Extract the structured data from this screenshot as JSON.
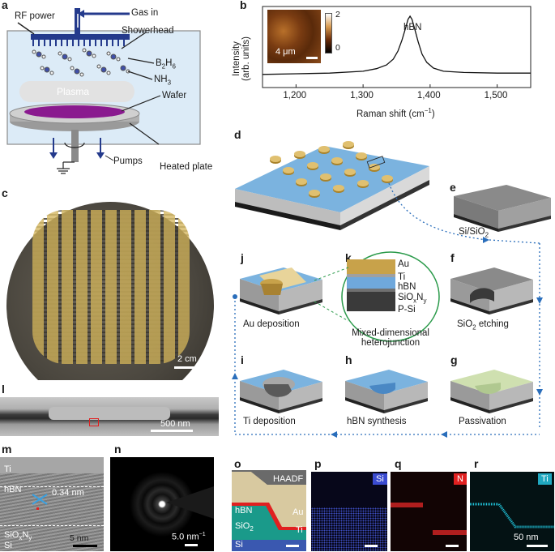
{
  "panels": {
    "a": "a",
    "b": "b",
    "c": "c",
    "d": "d",
    "e": "e",
    "f": "f",
    "g": "g",
    "h": "h",
    "i": "i",
    "j": "j",
    "k": "k",
    "l": "l",
    "m": "m",
    "n": "n",
    "o": "o",
    "p": "p",
    "q": "q",
    "r": "r"
  },
  "panel_a": {
    "rf_power": "RF power",
    "gas_in": "Gas in",
    "showerhead": "Showerhead",
    "b2h6_main": "B",
    "b2h6_sub1": "2",
    "b2h6_h": "H",
    "b2h6_sub2": "6",
    "nh3_main": "NH",
    "nh3_sub": "3",
    "plasma": "Plasma",
    "wafer": "Wafer",
    "pumps": "Pumps",
    "heated_plate": "Heated plate"
  },
  "chart_data": {
    "type": "line",
    "xlabel_main": "Raman shift (cm",
    "xlabel_sup": "−1",
    "xlabel_end": ")",
    "ylabel_line1": "Intensity",
    "ylabel_line2": "(arb. units)",
    "xlim": [
      1150,
      1550
    ],
    "xticks": [
      "1,200",
      "1,300",
      "1,400",
      "1,500"
    ],
    "xtick_values": [
      1200,
      1300,
      1400,
      1500
    ],
    "peak_label": "hBN",
    "series": [
      {
        "x": [
          1150,
          1200,
          1250,
          1300,
          1320,
          1335,
          1345,
          1352,
          1358,
          1363,
          1367,
          1370,
          1373,
          1377,
          1382,
          1388,
          1395,
          1405,
          1420,
          1450,
          1500,
          1550
        ],
        "y": [
          0.08,
          0.09,
          0.1,
          0.13,
          0.17,
          0.23,
          0.32,
          0.45,
          0.62,
          0.8,
          0.95,
          1.0,
          0.95,
          0.8,
          0.6,
          0.4,
          0.27,
          0.18,
          0.13,
          0.11,
          0.1,
          0.1
        ]
      }
    ],
    "inset": {
      "colorbar_max": "2",
      "colorbar_min": "0",
      "scale": "4 μm"
    }
  },
  "panel_c": {
    "scale": "2 cm"
  },
  "panel_e": {
    "substrate_main": "Si/SiO",
    "substrate_sub": "2"
  },
  "panel_k": {
    "au": "Au",
    "ti": "Ti",
    "hbn": "hBN",
    "sioxny_main": "SiO",
    "sioxny_x": "x",
    "sioxny_n": "N",
    "sioxny_y": "y",
    "psi": "P-Si",
    "caption_line1": "Mixed-dimensional",
    "caption_line2": "heterojunction"
  },
  "steps": {
    "j": "Au deposition",
    "f_main": "SiO",
    "f_sub": "2",
    "f_end": " etching",
    "i": "Ti deposition",
    "h": "hBN synthesis",
    "g": "Passivation"
  },
  "panel_l": {
    "scale": "500 nm"
  },
  "panel_m": {
    "ti": "Ti",
    "hbn": "hBN",
    "spacing": "0.34 nm",
    "sioxny_main": "SiO",
    "sioxny_x": "x",
    "sioxny_n": "N",
    "sioxny_y": "y",
    "si": "Si",
    "scale": "5 nm"
  },
  "panel_n": {
    "scale_main": "5.0 nm",
    "scale_sup": "−1"
  },
  "panel_o": {
    "haadf": "HAADF",
    "hbn": "hBN",
    "au": "Au",
    "sio2_main": "SiO",
    "sio2_sub": "2",
    "ti": "Ti",
    "si": "Si"
  },
  "panel_p": {
    "element": "Si"
  },
  "panel_q": {
    "element": "N"
  },
  "panel_r": {
    "element": "Ti",
    "scale": "50 nm"
  },
  "colors": {
    "chamber": "#dcebf7",
    "showerhead": "#243a8c",
    "plasma": "#e2e2e2",
    "wafer": "#8a1a8f",
    "hbn_blue": "#6fa8dc",
    "gold": "#c8a24a",
    "passivation": "#cfe0b0",
    "arrow_blue": "#2a6ebb",
    "eds_si": "#3a4bd0",
    "eds_n": "#e02020",
    "eds_ti": "#20c8e0"
  }
}
